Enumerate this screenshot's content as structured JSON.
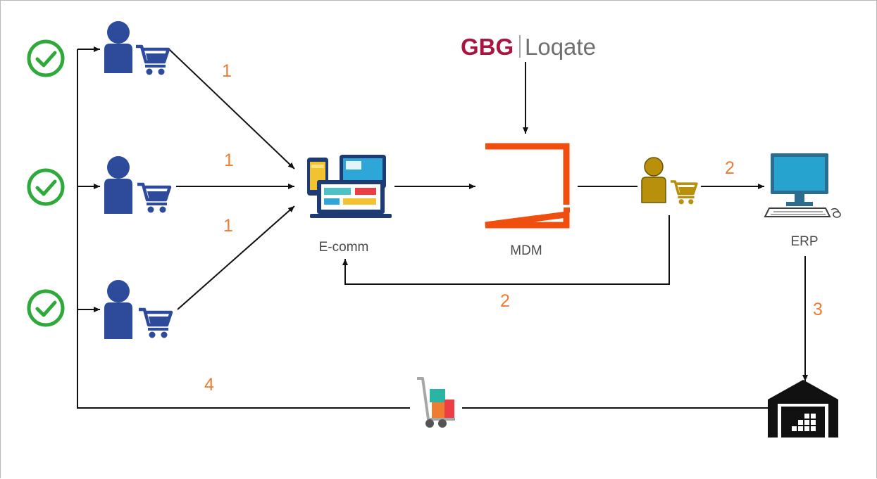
{
  "brand": {
    "primary": "GBG",
    "secondary": "Loqate"
  },
  "nodes": {
    "ecomm": "E-comm",
    "mdm": "MDM",
    "erp": "ERP"
  },
  "steps": {
    "customer_top_to_ecomm": "1",
    "customer_mid_to_ecomm": "1",
    "customer_bottom_to_ecomm": "1",
    "customer_to_erp": "2",
    "customer_back_to_ecomm": "2",
    "erp_to_warehouse": "3",
    "delivery_to_customers": "4"
  },
  "colors": {
    "customer": "#2d4b9a",
    "validated_customer": "#b8900c",
    "check": "#2eaa3a",
    "mdm_frame": "#f04e0f",
    "step_number": "#ee7d31",
    "brand_primary": "#a9153f",
    "brand_secondary": "#6f6f6f",
    "erp_screen": "#27a3cf",
    "warehouse": "#111111"
  },
  "icons": {
    "customers": "customer-cart-icon",
    "checks": "check-circle-icon",
    "ecomm": "devices-icon",
    "mdm": "mdm-frame-icon",
    "validated_customer": "customer-cart-icon",
    "erp": "desktop-computer-icon",
    "warehouse": "warehouse-icon",
    "delivery": "hand-truck-icon"
  }
}
